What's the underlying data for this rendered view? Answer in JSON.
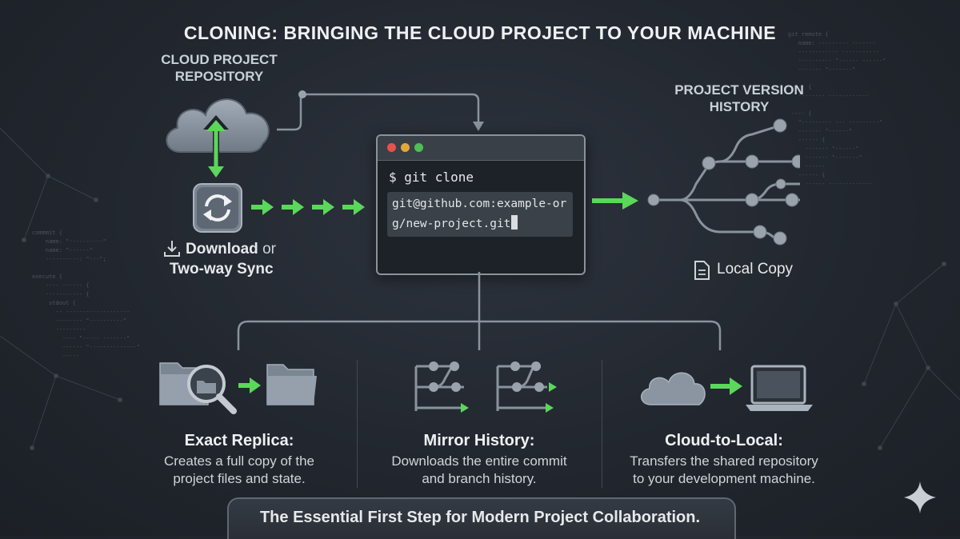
{
  "title": "CLONING: BRINGING THE CLOUD PROJECT TO YOUR MACHINE",
  "left": {
    "repo_label_1": "CLOUD PROJECT",
    "repo_label_2": "REPOSITORY",
    "download": "Download",
    "or": "or",
    "sync": "Two-way Sync"
  },
  "terminal": {
    "command": "$ git clone",
    "url": "git@github.com:example-org/new-project.git"
  },
  "right": {
    "history_label_1": "PROJECT VERSION",
    "history_label_2": "HISTORY",
    "local_copy": "Local Copy"
  },
  "cards": [
    {
      "title": "Exact Replica:",
      "desc_1": "Creates a full copy of the",
      "desc_2": "project files and state."
    },
    {
      "title": "Mirror History:",
      "desc_1": "Downloads the entire commit",
      "desc_2": "and branch history."
    },
    {
      "title": "Cloud-to-Local:",
      "desc_1": "Transfers the shared repository",
      "desc_2": "to your development machine."
    }
  ],
  "banner": "The Essential First Step for Modern Project Collaboration.",
  "colors": {
    "accent_green": "#5bd75b",
    "bg": "#22272f",
    "icon_gray": "#8a95a1"
  }
}
